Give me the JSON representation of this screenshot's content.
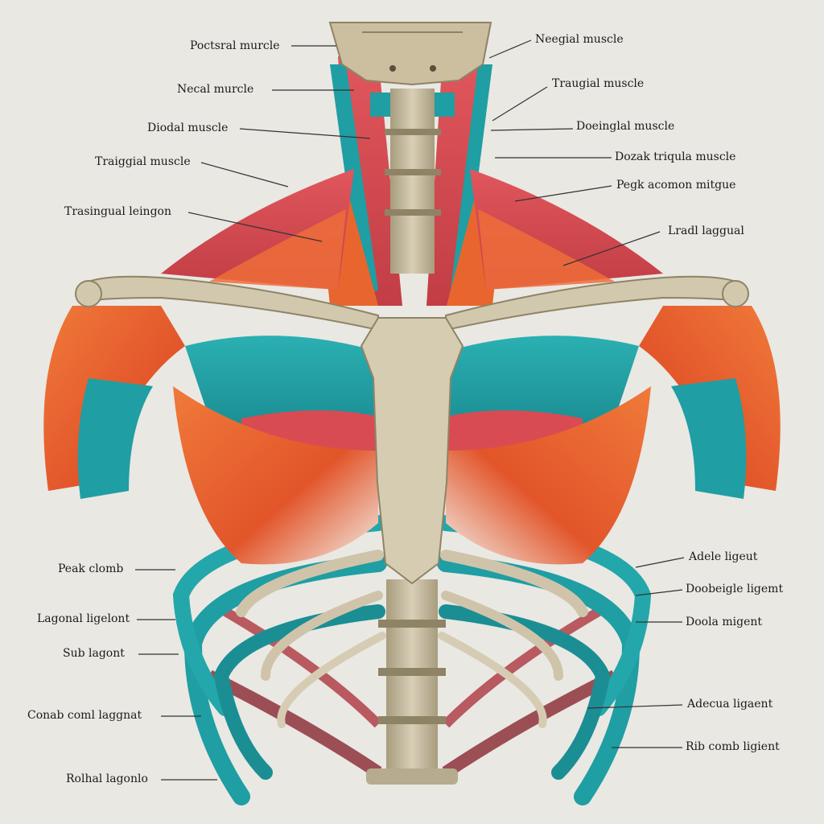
{
  "labels_left": [
    {
      "id": "pectoral-muscle",
      "text": "Poctsral murcle"
    },
    {
      "id": "necal-muscle",
      "text": "Necal murcle"
    },
    {
      "id": "diodal-muscle",
      "text": "Diodal muscle"
    },
    {
      "id": "traigial-muscle",
      "text": "Traiggial muscle"
    },
    {
      "id": "trasingual-leingon",
      "text": "Trasingual leingon"
    },
    {
      "id": "peak-clomb",
      "text": "Peak clomb"
    },
    {
      "id": "lagonal-ligelont",
      "text": "Lagonal ligelont"
    },
    {
      "id": "sub-lagont",
      "text": "Sub lagont"
    },
    {
      "id": "conab-coml-laggnat",
      "text": "Conab coml laggnat"
    },
    {
      "id": "rolhal-lagonio",
      "text": "Rolhal lagonlo"
    }
  ],
  "labels_right": [
    {
      "id": "neegial-muscle",
      "text": "Neegial muscle"
    },
    {
      "id": "traugial-muscle",
      "text": "Traugial muscle"
    },
    {
      "id": "doeinglial-muscle",
      "text": "Doeinglal muscle"
    },
    {
      "id": "dozak-triqula-muscle",
      "text": "Dozak triqula muscle"
    },
    {
      "id": "peak-acomon-mitgue",
      "text": "Pegk acomon mitgue"
    },
    {
      "id": "ladl-lagual",
      "text": "Lradl laggual"
    },
    {
      "id": "adele-ligeut",
      "text": "Adele ligeut"
    },
    {
      "id": "doobeigle-ligemt",
      "text": "Doobeigle ligemt"
    },
    {
      "id": "doola-migent",
      "text": "Doola migent"
    },
    {
      "id": "adecua-ligaent",
      "text": "Adecua ligaent"
    },
    {
      "id": "rib-comb-ligient",
      "text": "Rib comb ligient"
    }
  ],
  "colors": {
    "background": "#e9e8e3",
    "bone": "#c9bfa6",
    "bone_shadow": "#8f8366",
    "muscle_red": "#d94b52",
    "muscle_orange": "#e8662e",
    "muscle_teal": "#1f9ea3",
    "muscle_maroon": "#9c4e55",
    "leader_line": "#333333"
  }
}
